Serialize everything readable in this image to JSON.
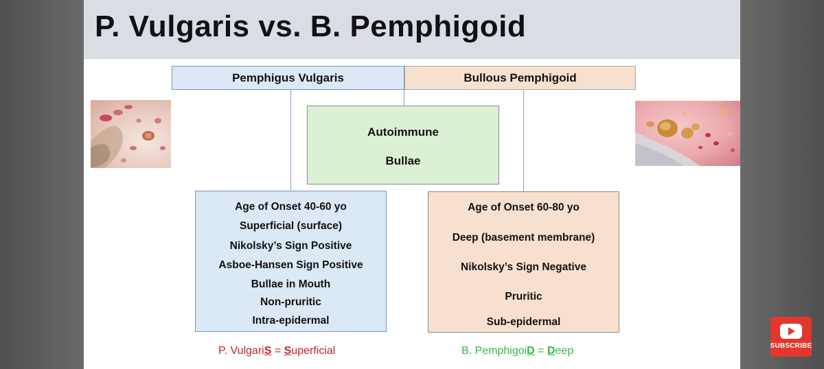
{
  "slide": {
    "title": "P. Vulgaris vs. B. Pemphigoid",
    "headers": {
      "pv": "Pemphigus Vulgaris",
      "bp": "Bullous Pemphigoid"
    },
    "shared": [
      "Autoimmune",
      "Bullae"
    ],
    "pv_features": [
      "Age of Onset 40-60 yo",
      "Superficial (surface)",
      "Nikolsky’s Sign Positive",
      "Asboe-Hansen Sign Positive",
      "Bullae in Mouth",
      "Non-pruritic",
      "Intra-epidermal"
    ],
    "bp_features": [
      "Age of Onset 60-80 yo",
      "Deep (basement membrane)",
      "Nikolsky’s Sign Negative",
      "Pruritic",
      "Sub-epidermal"
    ],
    "mnemonic_pv": {
      "part1": "P. Vulgari",
      "key1": "S",
      "part2": " = ",
      "key2": "S",
      "part3": "uperficial"
    },
    "mnemonic_bp": {
      "part1": "B. Pemphigoi",
      "key1": "D",
      "part2": " = ",
      "key2": "D",
      "part3": "eep"
    },
    "colors": {
      "pv_fill": "#dbe8f5",
      "bp_fill": "#f8e0cf",
      "shared_fill": "#dcf1d4",
      "mnemonic_pv": "#c0242c",
      "mnemonic_bp": "#35b44a"
    }
  },
  "overlay": {
    "subscribe_label": "SUBSCRIBE"
  }
}
